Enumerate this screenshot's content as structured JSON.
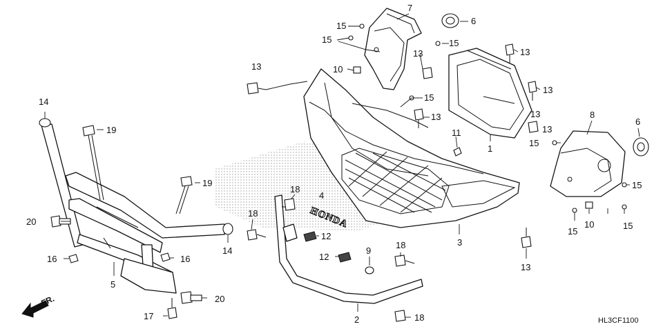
{
  "callouts": [
    {
      "id": "c7",
      "text": "7"
    },
    {
      "id": "c6a",
      "text": "6"
    },
    {
      "id": "c15a",
      "text": "15"
    },
    {
      "id": "c15b",
      "text": "15"
    },
    {
      "id": "c13a",
      "text": "13"
    },
    {
      "id": "c15c",
      "text": "15"
    },
    {
      "id": "c13b",
      "text": "13"
    },
    {
      "id": "c13c",
      "text": "13"
    },
    {
      "id": "c10a",
      "text": "10"
    },
    {
      "id": "c13d",
      "text": "13"
    },
    {
      "id": "c15d",
      "text": "15"
    },
    {
      "id": "c13e",
      "text": "13"
    },
    {
      "id": "c13f",
      "text": "13"
    },
    {
      "id": "c14a",
      "text": "14"
    },
    {
      "id": "c19a",
      "text": "19"
    },
    {
      "id": "c13g",
      "text": "13"
    },
    {
      "id": "c11",
      "text": "11"
    },
    {
      "id": "c15e",
      "text": "15"
    },
    {
      "id": "c8",
      "text": "8"
    },
    {
      "id": "c6b",
      "text": "6"
    },
    {
      "id": "c1",
      "text": "1"
    },
    {
      "id": "c19b",
      "text": "19"
    },
    {
      "id": "c18a",
      "text": "18"
    },
    {
      "id": "c4",
      "text": "4"
    },
    {
      "id": "c15f",
      "text": "15"
    },
    {
      "id": "c20a",
      "text": "20"
    },
    {
      "id": "c18b",
      "text": "18"
    },
    {
      "id": "c14b",
      "text": "14"
    },
    {
      "id": "c12a",
      "text": "12"
    },
    {
      "id": "c15g",
      "text": "15"
    },
    {
      "id": "c10b",
      "text": "10"
    },
    {
      "id": "c15h",
      "text": "15"
    },
    {
      "id": "c3",
      "text": "3"
    },
    {
      "id": "c16a",
      "text": "16"
    },
    {
      "id": "c16b",
      "text": "16"
    },
    {
      "id": "c9",
      "text": "9"
    },
    {
      "id": "c18c",
      "text": "18"
    },
    {
      "id": "c12b",
      "text": "12"
    },
    {
      "id": "c13h",
      "text": "13"
    },
    {
      "id": "c5",
      "text": "5"
    },
    {
      "id": "c20b",
      "text": "20"
    },
    {
      "id": "c2",
      "text": "2"
    },
    {
      "id": "c17",
      "text": "17"
    },
    {
      "id": "c18d",
      "text": "18"
    }
  ],
  "emblem_text": "HONDA",
  "direction_label": "FR.",
  "diagram_code": "HL3CF1100",
  "colors": {
    "line": "#111111",
    "background": "#ffffff",
    "shadow": "#9a9a9a"
  }
}
